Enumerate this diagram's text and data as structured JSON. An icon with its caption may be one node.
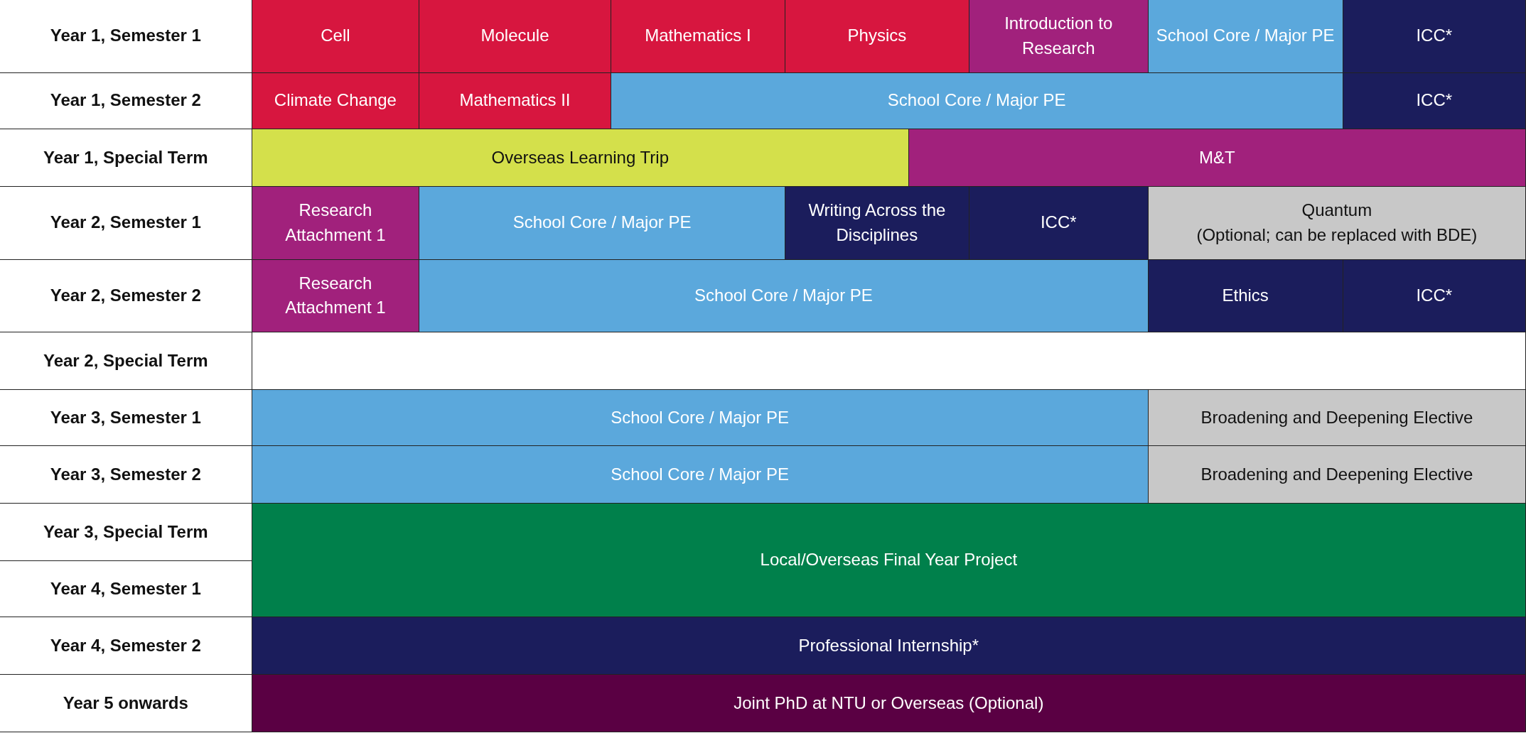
{
  "diagram": {
    "nodes": [
      {
        "text": [
          "Year 1, Semester 1"
        ]
      },
      {
        "text": [
          "Cell"
        ]
      },
      {
        "text": [
          "Molecule"
        ]
      },
      {
        "text": [
          "Mathematics I"
        ]
      },
      {
        "text": [
          "Physics"
        ]
      },
      {
        "text": [
          "Introduction to Research"
        ]
      },
      {
        "text": [
          "School Core / Major PE"
        ]
      },
      {
        "text": [
          "ICC*"
        ]
      },
      {
        "text": [
          "Year 1, Semester 2"
        ]
      },
      {
        "text": [
          "Climate Change"
        ]
      },
      {
        "text": [
          "Mathematics II"
        ]
      },
      {
        "text": [
          "School Core / Major PE"
        ]
      },
      {
        "text": [
          "ICC*"
        ]
      },
      {
        "text": [
          "Year 1, Special Term"
        ]
      },
      {
        "text": [
          "Overseas Learning Trip"
        ]
      },
      {
        "text": [
          "M&T"
        ]
      },
      {
        "text": [
          "Year 2, Semester 1"
        ]
      },
      {
        "text": [
          "Research Attachment 1"
        ]
      },
      {
        "text": [
          "School Core / Major PE"
        ]
      },
      {
        "text": [
          "Writing Across the Disciplines"
        ]
      },
      {
        "text": [
          "ICC*"
        ]
      },
      {
        "text": [
          "Quantum",
          "(Optional; can be replaced with BDE)"
        ]
      },
      {
        "text": [
          "Year 2, Semester 2"
        ]
      },
      {
        "text": [
          "Research Attachment 1"
        ]
      },
      {
        "text": [
          "School Core / Major PE"
        ]
      },
      {
        "text": [
          "Ethics"
        ]
      },
      {
        "text": [
          "ICC*"
        ]
      },
      {
        "text": [
          "Year 2, Special Term"
        ]
      },
      {
        "text": [
          "Year 3, Semester 1"
        ]
      },
      {
        "text": [
          "School Core / Major PE"
        ]
      },
      {
        "text": [
          "Broadening and Deepening Elective"
        ]
      },
      {
        "text": [
          "Year 3, Semester 2"
        ]
      },
      {
        "text": [
          "School Core / Major PE"
        ]
      },
      {
        "text": [
          "Broadening and Deepening Elective"
        ]
      },
      {
        "text": [
          "Year 3, Special Term"
        ]
      },
      {
        "text": [
          "Local/Overseas Final Year Project"
        ]
      },
      {
        "text": [
          "Year 4, Semester 1"
        ]
      },
      {
        "text": [
          "Year 4, Semester 2"
        ]
      },
      {
        "text": [
          "Professional Internship*"
        ]
      },
      {
        "text": [
          "Year 5 onwards"
        ]
      },
      {
        "text": [
          "Joint PhD at NTU or Overseas (Optional)"
        ]
      }
    ]
  }
}
